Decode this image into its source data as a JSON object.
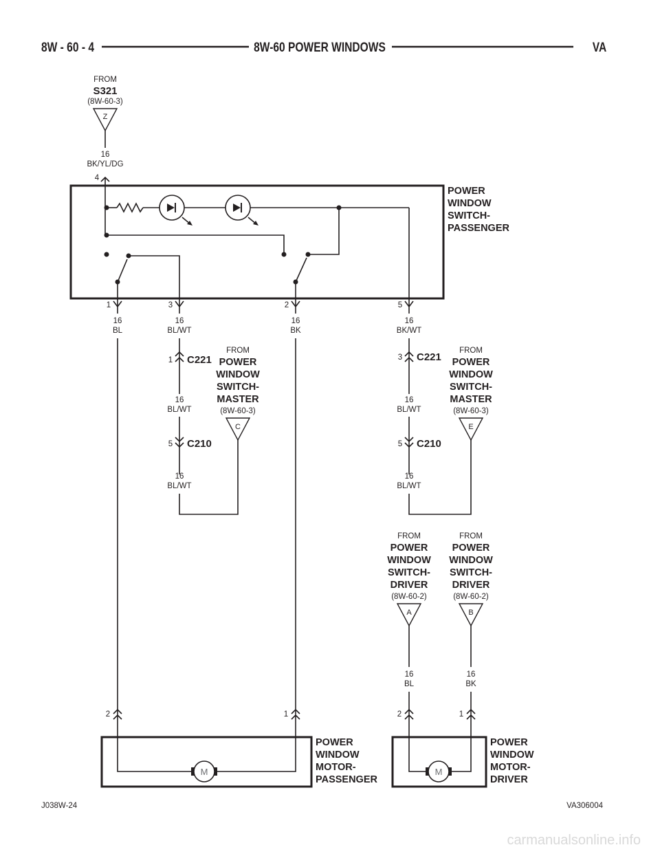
{
  "header": {
    "page_number": "8W - 60 - 4",
    "title": "8W-60 POWER WINDOWS",
    "model": "VA"
  },
  "footer": {
    "left_code": "J038W-24",
    "right_code": "VA306004"
  },
  "watermark": "carmanualsonline.info",
  "sources": {
    "z": {
      "from": "FROM",
      "name": "S321",
      "ref": "(8W-60-3)",
      "letter": "Z"
    },
    "c": {
      "from": "FROM",
      "lines": [
        "POWER",
        "WINDOW",
        "SWITCH-",
        "MASTER"
      ],
      "ref": "(8W-60-3)",
      "letter": "C"
    },
    "e": {
      "from": "FROM",
      "lines": [
        "POWER",
        "WINDOW",
        "SWITCH-",
        "MASTER"
      ],
      "ref": "(8W-60-3)",
      "letter": "E"
    },
    "a": {
      "from": "FROM",
      "lines": [
        "POWER",
        "WINDOW",
        "SWITCH-",
        "DRIVER"
      ],
      "ref": "(8W-60-2)",
      "letter": "A"
    },
    "b": {
      "from": "FROM",
      "lines": [
        "POWER",
        "WINDOW",
        "SWITCH-",
        "DRIVER"
      ],
      "ref": "(8W-60-2)",
      "letter": "B"
    }
  },
  "components": {
    "switch_passenger": [
      "POWER",
      "WINDOW",
      "SWITCH-",
      "PASSENGER"
    ],
    "motor_passenger": [
      "POWER",
      "WINDOW",
      "MOTOR-",
      "PASSENGER"
    ],
    "motor_driver": [
      "POWER",
      "WINDOW",
      "MOTOR-",
      "DRIVER"
    ],
    "motor_symbol": "M"
  },
  "wires": {
    "z_gauge": "16",
    "z_color": "BK/YL/DG",
    "p1_gauge": "16",
    "p1_color": "BL",
    "p3_gauge": "16",
    "p3_color": "BL/WT",
    "p2_gauge": "16",
    "p2_color": "BK",
    "p5_gauge": "16",
    "p5_color": "BK/WT",
    "c_mid_gauge": "16",
    "c_mid_color": "BL/WT",
    "c_low_gauge": "16",
    "c_low_color": "BL/WT",
    "e_mid_gauge": "16",
    "e_mid_color": "BL/WT",
    "e_low_gauge": "16",
    "e_low_color": "BL/WT",
    "a_gauge": "16",
    "a_color": "BL",
    "b_gauge": "16",
    "b_color": "BK"
  },
  "connectors": {
    "c221_name": "C221",
    "c210_name": "C210",
    "c221_left_pin": "1",
    "c210_left_pin": "5",
    "c221_right_pin": "3",
    "c210_right_pin": "5"
  },
  "pins": {
    "switch_top": "4",
    "switch_b1": "1",
    "switch_b3": "3",
    "switch_b2": "2",
    "switch_b5": "5",
    "motor_p_2": "2",
    "motor_p_1": "1",
    "motor_d_2": "2",
    "motor_d_1": "1"
  }
}
